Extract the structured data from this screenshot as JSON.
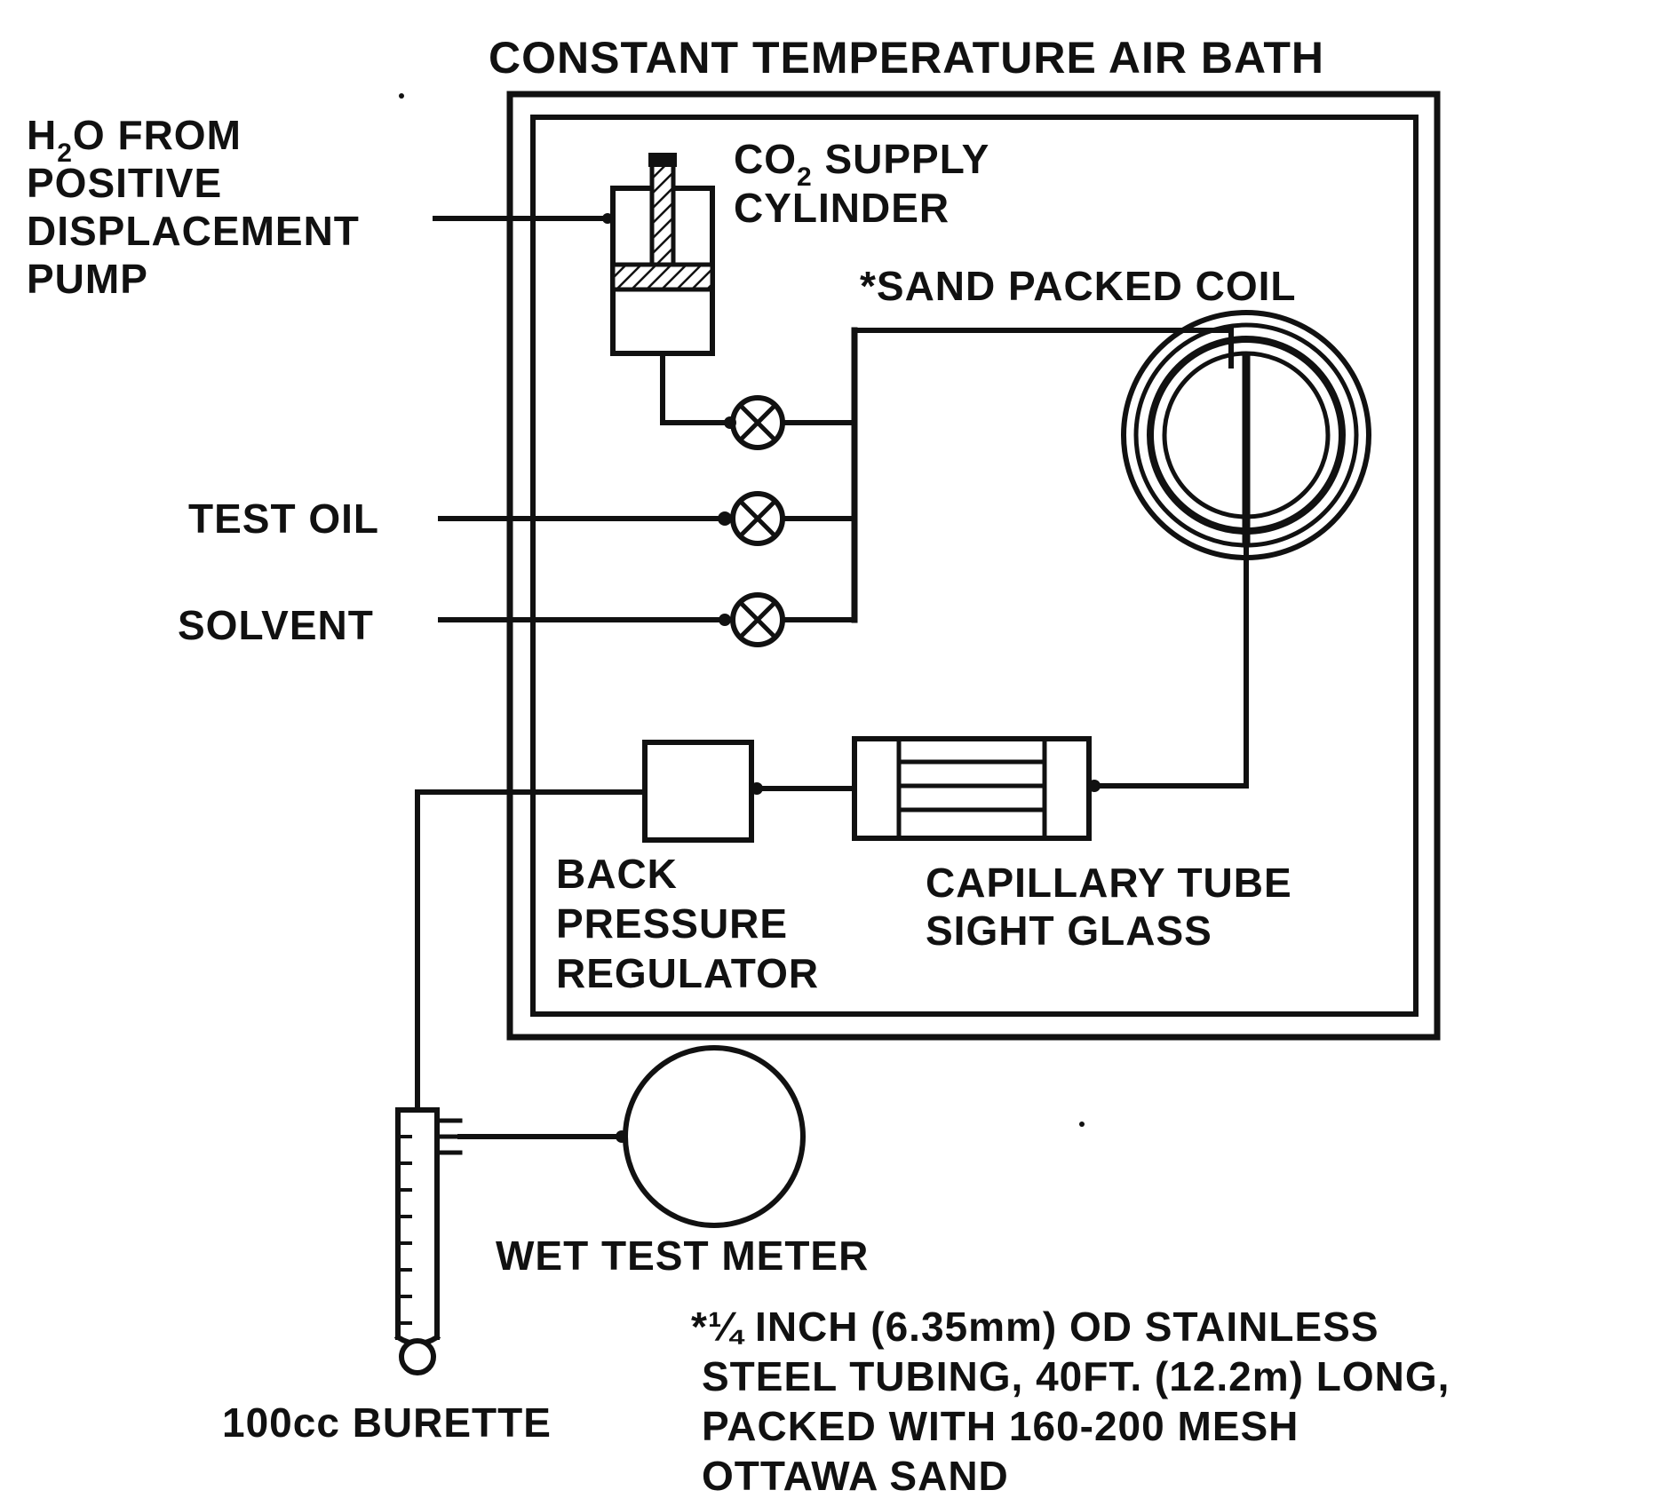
{
  "title": "CONSTANT TEMPERATURE AIR BATH",
  "pump_label": {
    "line1_pre": "H",
    "line1_sub": "2",
    "line1_post": "O FROM",
    "line2": "POSITIVE",
    "line3": "DISPLACEMENT",
    "line4": "PUMP"
  },
  "cylinder_label": {
    "line1_pre": "CO",
    "line1_sub": "2",
    "line1_post": " SUPPLY",
    "line2": "CYLINDER"
  },
  "coil_label": "*SAND PACKED COIL",
  "test_oil_label": "TEST OIL",
  "solvent_label": "SOLVENT",
  "regulator_label": {
    "line1": "BACK",
    "line2": "PRESSURE",
    "line3": "REGULATOR"
  },
  "sight_glass_label": {
    "line1": "CAPILLARY TUBE",
    "line2": "SIGHT GLASS"
  },
  "meter_label": "WET TEST METER",
  "burette_label": "100cc BURETTE",
  "footnote": {
    "line1": "*¼ INCH (6.35mm) OD STAINLESS",
    "line2": "STEEL TUBING, 40FT. (12.2m) LONG,",
    "line3": "PACKED WITH 160-200 MESH",
    "line4": "OTTAWA SAND"
  }
}
